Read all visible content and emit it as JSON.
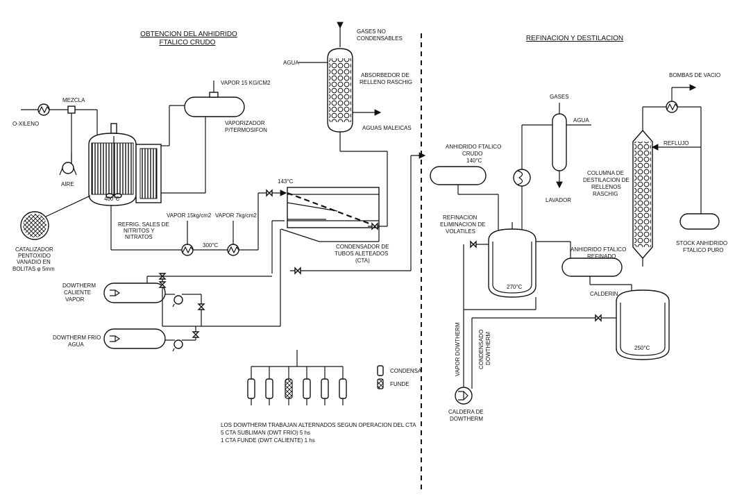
{
  "sections": {
    "left_title_1": "OBTENCION DEL ANHIDRIDO",
    "left_title_2": "FTALICO CRUDO",
    "right_title": "REFINACION Y DESTILACION"
  },
  "labels": {
    "gases_no_1": "GASES NO",
    "gases_no_2": "CONDENSABLES",
    "agua_top": "AGUA",
    "absorbedor_1": "ABSORBEDOR DE",
    "absorbedor_2": "RELLENO RASCHIG",
    "aguas_maleicas": "AGUAS MALEICAS",
    "vapor_15": "VAPOR 15 KG/CM2",
    "vaporizador_1": "VAPORIZADOR",
    "vaporizador_2": "P/TERMOSIFON",
    "mezcla": "MEZCLA",
    "oxileno": "O-XILENO",
    "aire": "AIRE",
    "reactor_temp": "400°C",
    "catalizador_1": "CATALIZADOR",
    "catalizador_2": "PENTOXIDO",
    "catalizador_3": "VANADIO EN",
    "catalizador_4": "BOLITAS φ 5mm",
    "refrig_1": "REFRIG. SALES DE",
    "refrig_2": "NITRITOS Y",
    "refrig_3": "NITRATOS",
    "vapor_15kg": "VAPOR 15kg/cm2",
    "vapor_7kg": "VAPOR 7kg/cm2",
    "temp_300": "300°C",
    "temp_143": "143°C",
    "condensador_1": "CONDENSADOR DE",
    "condensador_2": "TUBOS ALETEADOS",
    "condensador_3": "(CTA)",
    "dowtherm_cal_1": "DOWTHERM",
    "dowtherm_cal_2": "CALIENTE",
    "dowtherm_cal_3": "VAPOR",
    "dowtherm_frio_1": "DOWTHERM FRIO",
    "dowtherm_frio_2": "AGUA",
    "legend_condensa": "CONDENSA",
    "legend_funde": "FUNDE",
    "note_1": "LOS DOWTHERM TRABAJAN ALTERNADOS SEGUN OPERACION DEL CTA",
    "note_2": "5 CTA SUBLIMAN (DWT FRIO)    5 hs",
    "note_3": "1 CTA FUNDE (DWT CALIENTE)  1 hs",
    "crudo_1": "ANHIDRIDO FTALICO",
    "crudo_2": "CRUDO",
    "crudo_3": "140°C",
    "refinacion_1": "REFINACION",
    "refinacion_2": "ELIMINACION DE",
    "refinacion_3": "VOLATILES",
    "temp_270": "270°C",
    "gases": "GASES",
    "agua_right": "AGUA",
    "lavador": "LAVADOR",
    "bombas_vacio": "BOMBAS DE VACIO",
    "reflujo": "REFLUJO",
    "columna_1": "COLUMNA DE",
    "columna_2": "DESTILACION DE",
    "columna_3": "RELLENOS",
    "columna_4": "RASCHIG",
    "refinado_1": "ANHIDRIDO FTALICO",
    "refinado_2": "REFINADO",
    "calderin": "CALDERIN",
    "temp_250": "250°C",
    "stock_1": "STOCK ANHIDRIDO",
    "stock_2": "FTALICO PURO",
    "vapor_dowtherm": "VAPOR DOWTHERM",
    "condensado_1": "CONDENSADO",
    "condensado_2": "DOWTHERM",
    "caldera_1": "CALDERA DE",
    "caldera_2": "DOWTHERM"
  }
}
